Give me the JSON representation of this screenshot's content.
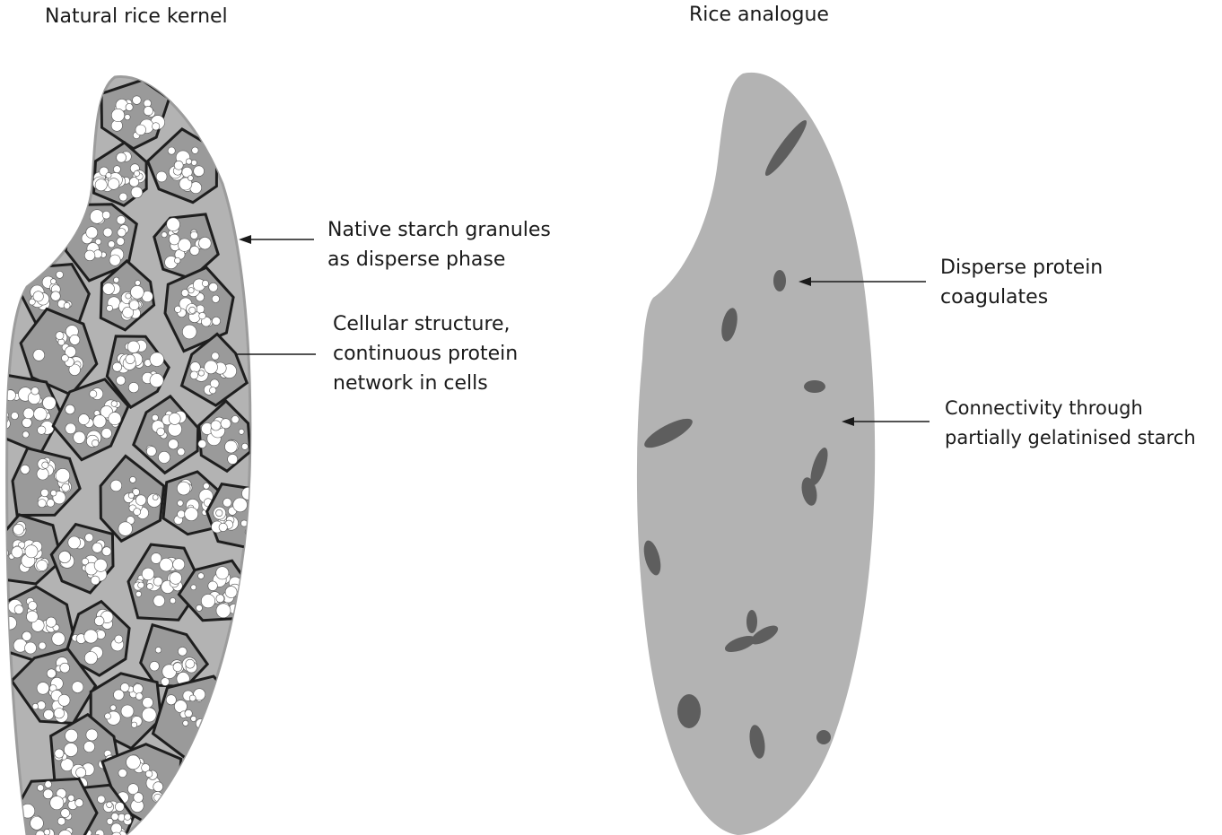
{
  "panels": [
    {
      "title": "Natural rice kernel",
      "labels": [
        {
          "lines": [
            "Native starch granules",
            "as disperse phase"
          ]
        },
        {
          "lines": [
            "Cellular structure,",
            "continuous protein",
            "network in cells"
          ]
        }
      ]
    },
    {
      "title": "Rice analogue",
      "labels": [
        {
          "lines": [
            "Disperse protein",
            "coagulates"
          ]
        },
        {
          "lines": [
            "Connectivity through",
            "partially gelatinised starch"
          ]
        }
      ]
    }
  ],
  "colors": {
    "matrix": "#b3b3b3",
    "cell_fill": "#9a9a9a",
    "cell_border": "#1e1e1e",
    "granule": "#ffffff",
    "protein_coagulate": "#5e5e5e",
    "text": "#1a1a1a"
  }
}
